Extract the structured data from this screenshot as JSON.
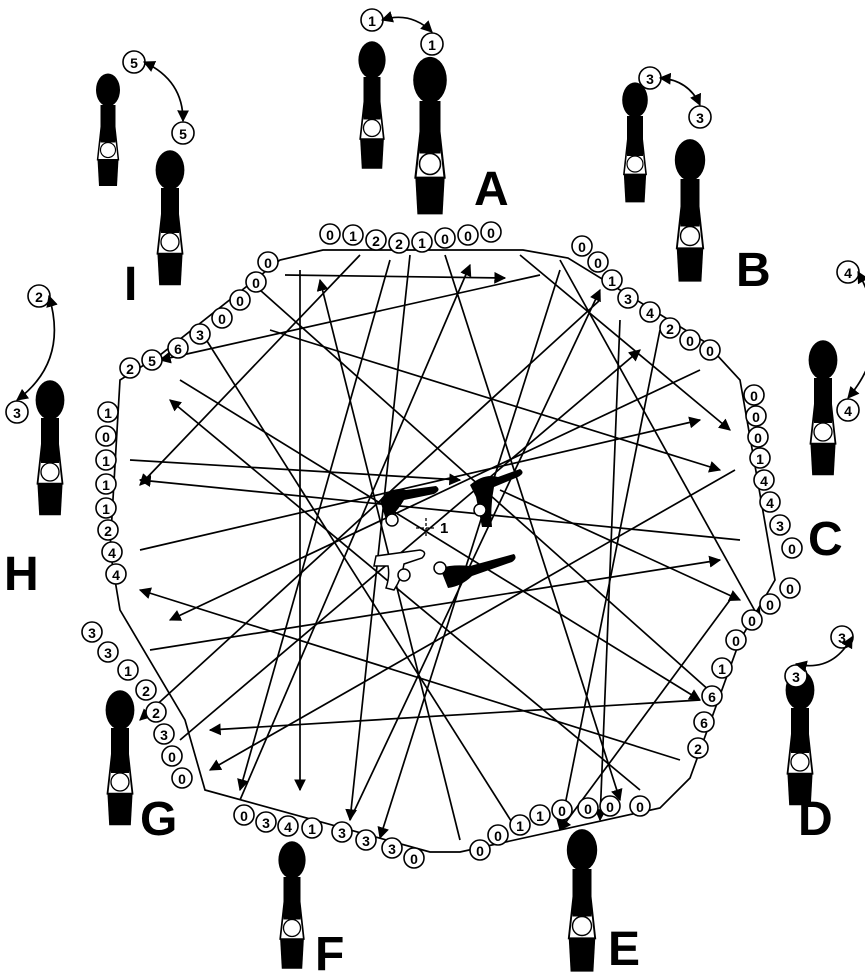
{
  "center_marker": "1",
  "stations": [
    {
      "id": "A",
      "letter": "A",
      "top_counts": [
        "1",
        "1"
      ],
      "sequence": [
        "0",
        "1",
        "2",
        "2",
        "1",
        "0",
        "0",
        "0"
      ]
    },
    {
      "id": "B",
      "letter": "B",
      "top_counts": [
        "3",
        "3"
      ],
      "sequence": [
        "0",
        "0",
        "1",
        "3",
        "4",
        "2",
        "0",
        "0"
      ]
    },
    {
      "id": "C",
      "letter": "C",
      "top_counts": [
        "4",
        "4"
      ],
      "sequence": [
        "0",
        "0",
        "0",
        "1",
        "4",
        "4",
        "3",
        "0"
      ]
    },
    {
      "id": "D",
      "letter": "D",
      "top_counts": [
        "3",
        "3"
      ],
      "sequence": [
        "0",
        "0",
        "0",
        "0",
        "1",
        "6",
        "6",
        "2"
      ]
    },
    {
      "id": "E",
      "letter": "E",
      "top_counts": [],
      "sequence": [
        "0",
        "0",
        "1",
        "1",
        "0",
        "0",
        "0",
        "0"
      ]
    },
    {
      "id": "F",
      "letter": "F",
      "top_counts": [],
      "sequence": [
        "0",
        "3",
        "4",
        "1",
        "3",
        "3",
        "3",
        "0"
      ]
    },
    {
      "id": "G",
      "letter": "G",
      "top_counts": [],
      "sequence": [
        "3",
        "3",
        "1",
        "2",
        "2",
        "3",
        "0",
        "0"
      ]
    },
    {
      "id": "H",
      "letter": "H",
      "top_counts": [
        "2",
        "3"
      ],
      "sequence": [
        "1",
        "0",
        "1",
        "1",
        "1",
        "2",
        "4",
        "4"
      ]
    },
    {
      "id": "I",
      "letter": "I",
      "top_counts": [
        "5",
        "5"
      ],
      "sequence": [
        "2",
        "5",
        "6",
        "3",
        "0",
        "0",
        "0",
        "0"
      ]
    }
  ]
}
